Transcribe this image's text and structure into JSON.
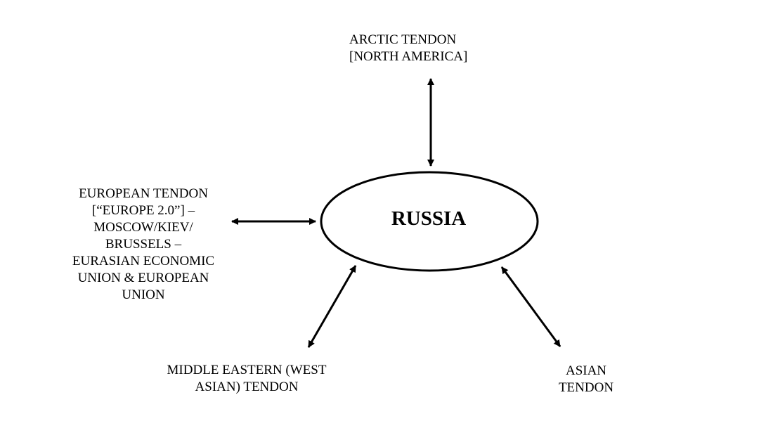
{
  "center": {
    "label": "RUSSIA"
  },
  "tendons": {
    "arctic": {
      "lines": [
        "ARCTIC TENDON",
        "[NORTH AMERICA]"
      ]
    },
    "european": {
      "lines": [
        "EUROPEAN TENDON",
        "[“EUROPE 2.0”] –",
        "MOSCOW/KIEV/",
        "BRUSSELS –",
        "EURASIAN ECONOMIC",
        "UNION & EUROPEAN",
        "UNION"
      ]
    },
    "middle_eastern": {
      "lines": [
        "MIDDLE EASTERN (WEST",
        "ASIAN) TENDON"
      ]
    },
    "asian": {
      "lines": [
        "ASIAN",
        "TENDON"
      ]
    }
  },
  "colors": {
    "stroke": "#000000",
    "background": "#ffffff"
  }
}
